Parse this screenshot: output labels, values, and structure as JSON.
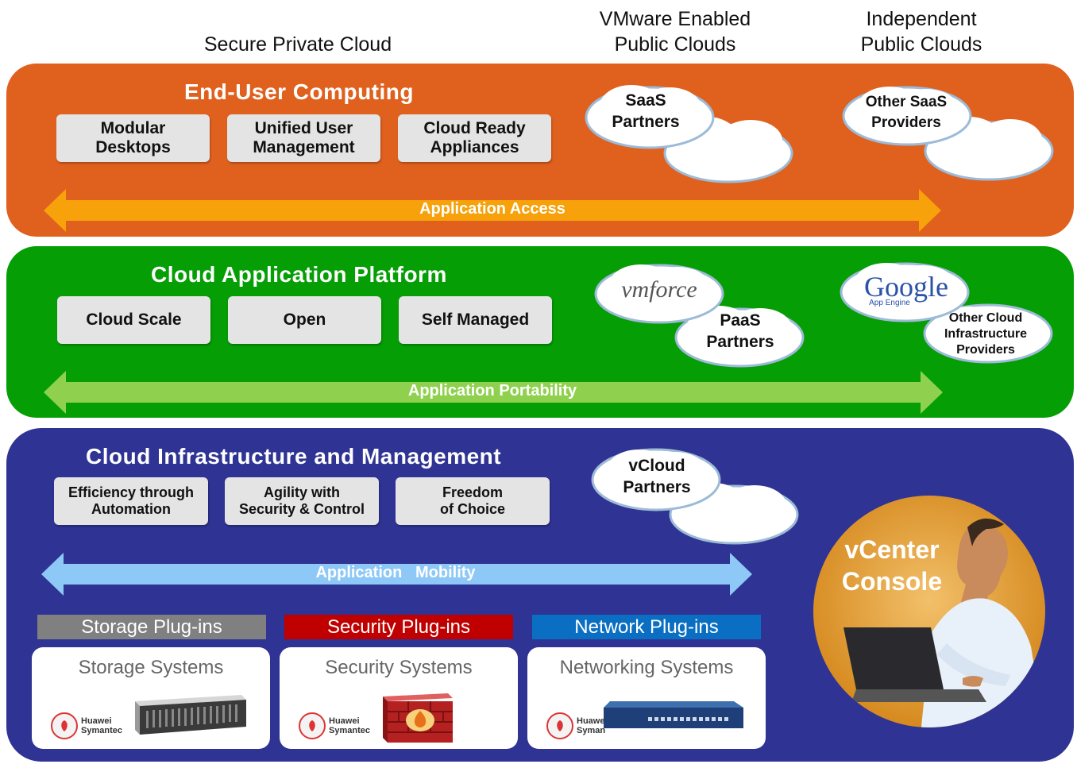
{
  "headers": {
    "private": "Secure Private Cloud",
    "vmware": "VMware Enabled\nPublic Clouds",
    "independent": "Independent\nPublic Clouds"
  },
  "bands": {
    "euc": {
      "title": "End-User Computing",
      "color": "#e0601e",
      "boxes": [
        "Modular\nDesktops",
        "Unified User\nManagement",
        "Cloud Ready\nAppliances"
      ],
      "arrow": "Application Access",
      "arrow_color": "#f7a10b",
      "clouds": [
        "SaaS\nPartners",
        "Other SaaS\nProviders"
      ]
    },
    "cap": {
      "title": "Cloud Application  Platform",
      "color": "#059e05",
      "boxes": [
        "Cloud Scale",
        "Open",
        "Self Managed"
      ],
      "arrow": "Application Portability",
      "arrow_color": "#8fd14f",
      "clouds": [
        "PaaS\nPartners",
        "Other Cloud\nInfrastructure\nProviders"
      ],
      "logos": [
        "vmforce",
        "Google",
        "App Engine"
      ]
    },
    "cim": {
      "title": "Cloud Infrastructure  and Management",
      "color": "#2f3393",
      "boxes": [
        "Efficiency  through\nAutomation",
        "Agility  with\nSecurity & Control",
        "Freedom\nof Choice"
      ],
      "arrow": "Application   Mobility",
      "arrow_color": "#8ec8f7",
      "clouds": [
        "vCloud\nPartners"
      ],
      "console": "vCenter\nConsole"
    }
  },
  "plugins": [
    {
      "label": "Storage Plug-ins",
      "color": "#808080",
      "system": "Storage Systems",
      "vendor": "Huawei\nSymantec"
    },
    {
      "label": "Security Plug-ins",
      "color": "#c00000",
      "system": "Security Systems",
      "vendor": "Huawei\nSymantec"
    },
    {
      "label": "Network Plug-ins",
      "color": "#0a6fc2",
      "system": "Networking Systems",
      "vendor": "Huawe\nSyman"
    }
  ]
}
